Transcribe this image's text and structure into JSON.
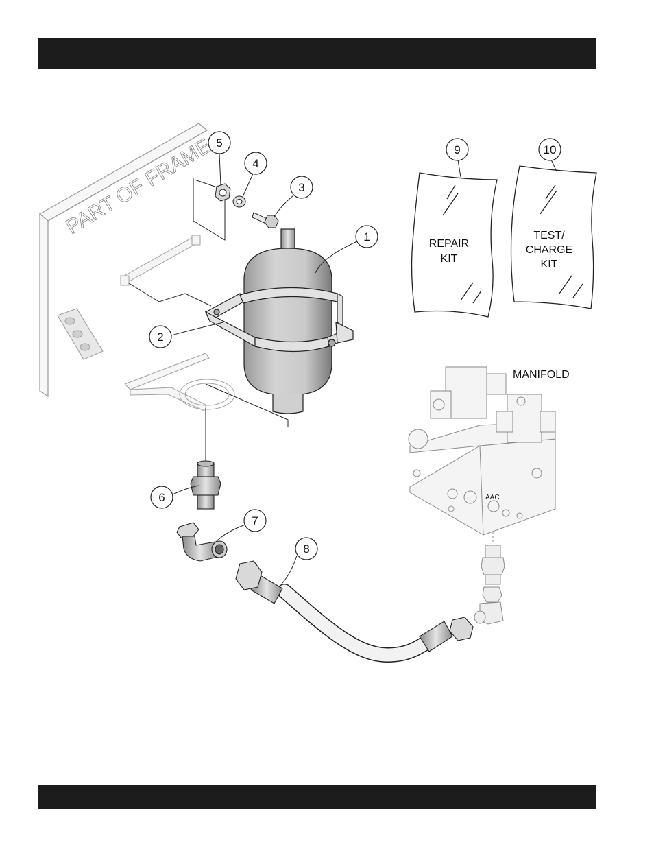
{
  "header_bar": "",
  "footer_bar": "",
  "diagram": {
    "frame_label": "PART OF FRAME",
    "manifold_label": "MANIFOLD",
    "port_label": "AAC",
    "kits": [
      {
        "callout": "9",
        "line1": "REPAIR",
        "line2": "KIT",
        "line3": ""
      },
      {
        "callout": "10",
        "line1": "TEST/",
        "line2": "CHARGE",
        "line3": "KIT"
      }
    ],
    "callouts": [
      "1",
      "2",
      "3",
      "4",
      "5",
      "6",
      "7",
      "8"
    ]
  }
}
